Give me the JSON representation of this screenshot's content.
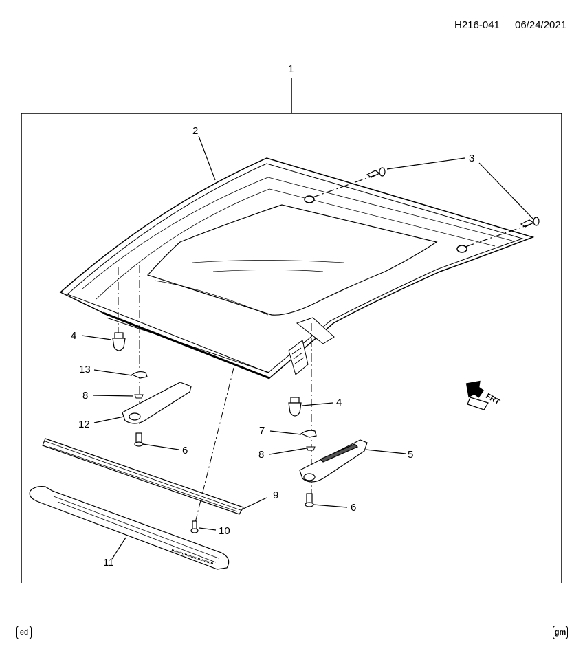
{
  "header": {
    "code": "H216-041",
    "date": "06/24/2021"
  },
  "callouts": [
    "1",
    "2",
    "3",
    "4",
    "4",
    "13",
    "8",
    "12",
    "6",
    "7",
    "8",
    "5",
    "6",
    "9",
    "10",
    "11"
  ],
  "front_indicator": "FRT",
  "corner_badges": {
    "left": "ed",
    "right": "gm"
  },
  "colors": {
    "line": "#000000",
    "fill": "#ffffff",
    "shade": "#e6e6e6"
  }
}
